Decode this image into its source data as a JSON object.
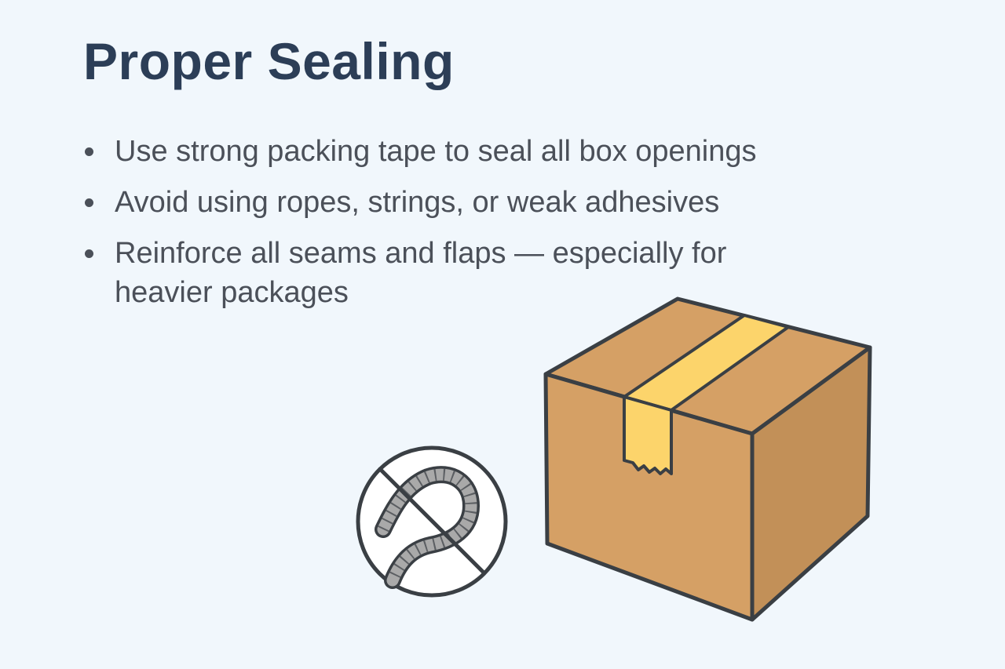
{
  "title": "Proper Sealing",
  "bullets": [
    "Use strong packing tape to seal all box openings",
    "Avoid using ropes, strings, or weak adhesives",
    "Reinforce all seams and flaps — especially for heavier packages"
  ],
  "colors": {
    "background": "#f1f7fc",
    "title": "#2c3e57",
    "text": "#4b5059",
    "box_front": "#d5a065",
    "box_side": "#c29058",
    "tape": "#fcd46b",
    "outline": "#3a3f44",
    "rope": "#a9a9a9"
  },
  "icons": [
    "no-rope-icon",
    "sealed-box-icon"
  ]
}
